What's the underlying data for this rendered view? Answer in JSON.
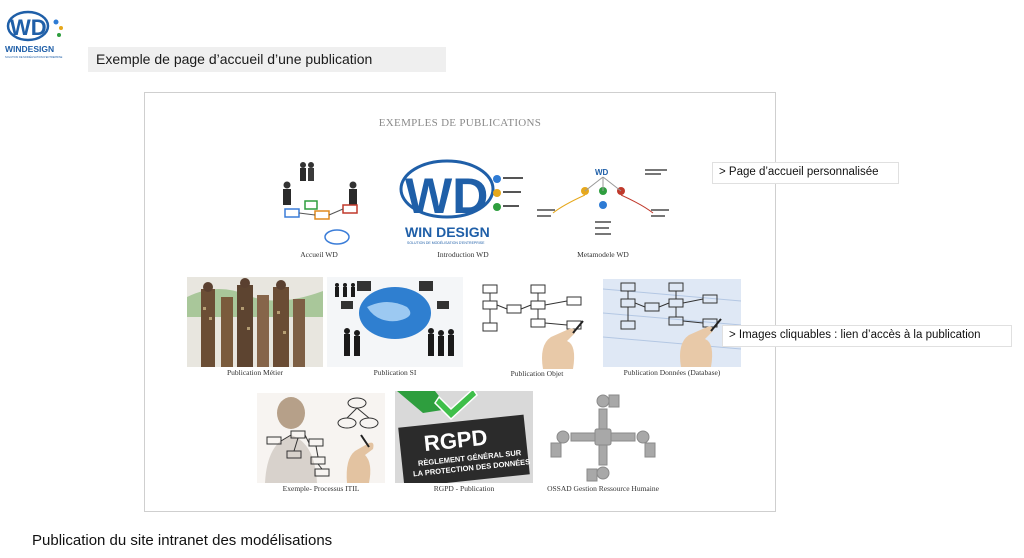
{
  "logo": {
    "brand_text": "WINDESIGN",
    "tagline": "SOLUTION DE MODÉLISATION D'ENTREPRISE"
  },
  "slide": {
    "title": "Exemple de page d’accueil d’une publication"
  },
  "frame": {
    "heading": "EXEMPLES DE PUBLICATIONS",
    "tiles": [
      {
        "caption": "Accueil WD",
        "icon": "people-flowchart-icon"
      },
      {
        "caption": "Introduction WD",
        "icon": "windesign-logo-icon"
      },
      {
        "caption": "Metamodele WD",
        "icon": "metamodel-diagram-icon"
      },
      {
        "caption": "Publication Métier",
        "icon": "city-business-people-icon"
      },
      {
        "caption": "Publication SI",
        "icon": "globe-laptops-people-icon"
      },
      {
        "caption": "Publication Objet",
        "icon": "hand-drawing-flowchart-icon"
      },
      {
        "caption": "Publication Données (Database)",
        "icon": "hand-drawing-database-icon"
      },
      {
        "caption": "Exemple- Processus ITIL",
        "icon": "woman-drawing-process-icon"
      },
      {
        "caption": "RGPD - Publication",
        "icon": "rgpd-sign-icon"
      },
      {
        "caption": "OSSAD Gestion Ressource Humaine",
        "icon": "connected-people-icon"
      }
    ],
    "logo_in_tile": {
      "brand": "WIN DESIGN",
      "sub": "SOLUTION DE MODÉLISATION D'ENTREPRISE"
    },
    "rgpd": {
      "big": "RGPD",
      "line1": "RÈGLEMENT GÉNÉRAL SUR",
      "line2": "LA PROTECTION DES DONNÉES"
    }
  },
  "callouts": {
    "homepage": "> Page d’accueil personnalisée",
    "images": "> Images cliquables : lien d’accès à la publication"
  },
  "footer": {
    "text": "Publication du site intranet des modélisations"
  },
  "colors": {
    "brand_blue": "#1f5fa8",
    "title_bar": "#efefef",
    "red": "#c0392b",
    "green": "#2e9e3e"
  }
}
